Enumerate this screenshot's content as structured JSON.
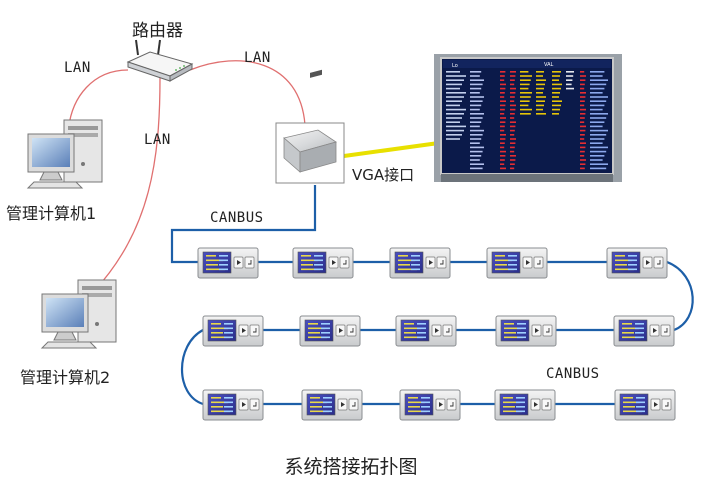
{
  "labels": {
    "router": "路由器",
    "lan_left": "LAN",
    "lan_right": "LAN",
    "lan_middle": "LAN",
    "computer1": "管理计算机1",
    "computer2": "管理计算机2",
    "vga": "VGA接口",
    "canbus_top": "CANBUS",
    "canbus_bottom": "CANBUS",
    "caption": "系统搭接拓扑图"
  },
  "screen": {
    "header_left": "Lo",
    "header_mid": "VAL"
  },
  "terminals": {
    "rows": 3,
    "per_row": 5
  },
  "colors": {
    "lan_cable": "#e06a6a",
    "canbus_cable": "#1d5fa8",
    "vga_cable": "#e8e000",
    "device_screen": "#3a3fa8",
    "display_bg": "#0b1a4a"
  },
  "icons": [
    "router-icon",
    "computer-icon",
    "controller-box-icon",
    "display-screen-icon",
    "terminal-icon"
  ]
}
